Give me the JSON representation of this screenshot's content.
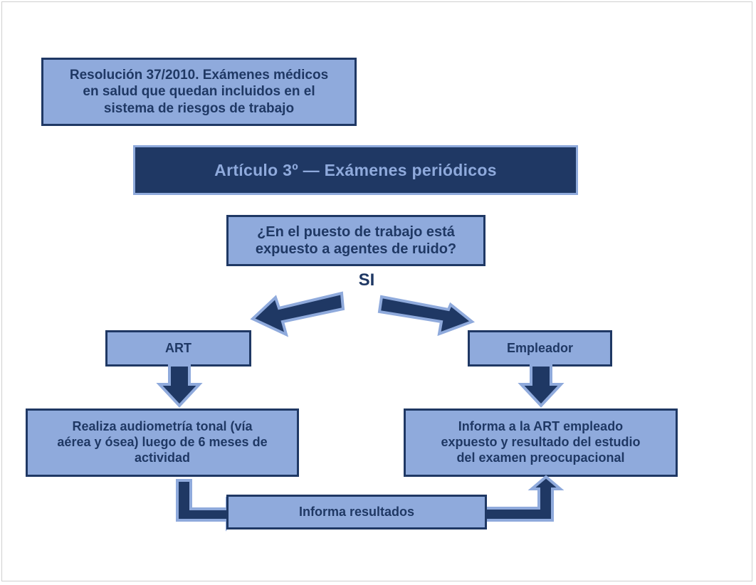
{
  "slide": {
    "title_box": {
      "lines": [
        "Resolución 37/2010. Exámenes médicos",
        "en salud que quedan incluidos en el",
        "sistema de riesgos de trabajo"
      ]
    },
    "article_header": "Artículo 3º — Exámenes periódicos",
    "question": {
      "lines": [
        "¿En el puesto de trabajo está",
        "expuesto a agentes de ruido?"
      ]
    },
    "answer_label": "SI",
    "left_branch": {
      "actor": "ART",
      "action_lines": [
        "Realiza audiometría tonal (vía",
        "aérea y ósea) luego de 6 meses de",
        "actividad"
      ]
    },
    "right_branch": {
      "actor": "Empleador",
      "action_lines": [
        "Informa a la ART empleado",
        "expuesto y resultado del estudio",
        "del examen preocupacional"
      ]
    },
    "bottom_step": "Informa resultados"
  },
  "colors": {
    "box_fill": "#8faadc",
    "box_border": "#1f3864",
    "text_dark": "#1f3864",
    "header_fill": "#1f3864",
    "header_text": "#8faadc",
    "arrow_fill": "#1f3864",
    "arrow_outline": "#8faadc",
    "slide_border": "#cfcfcf"
  }
}
